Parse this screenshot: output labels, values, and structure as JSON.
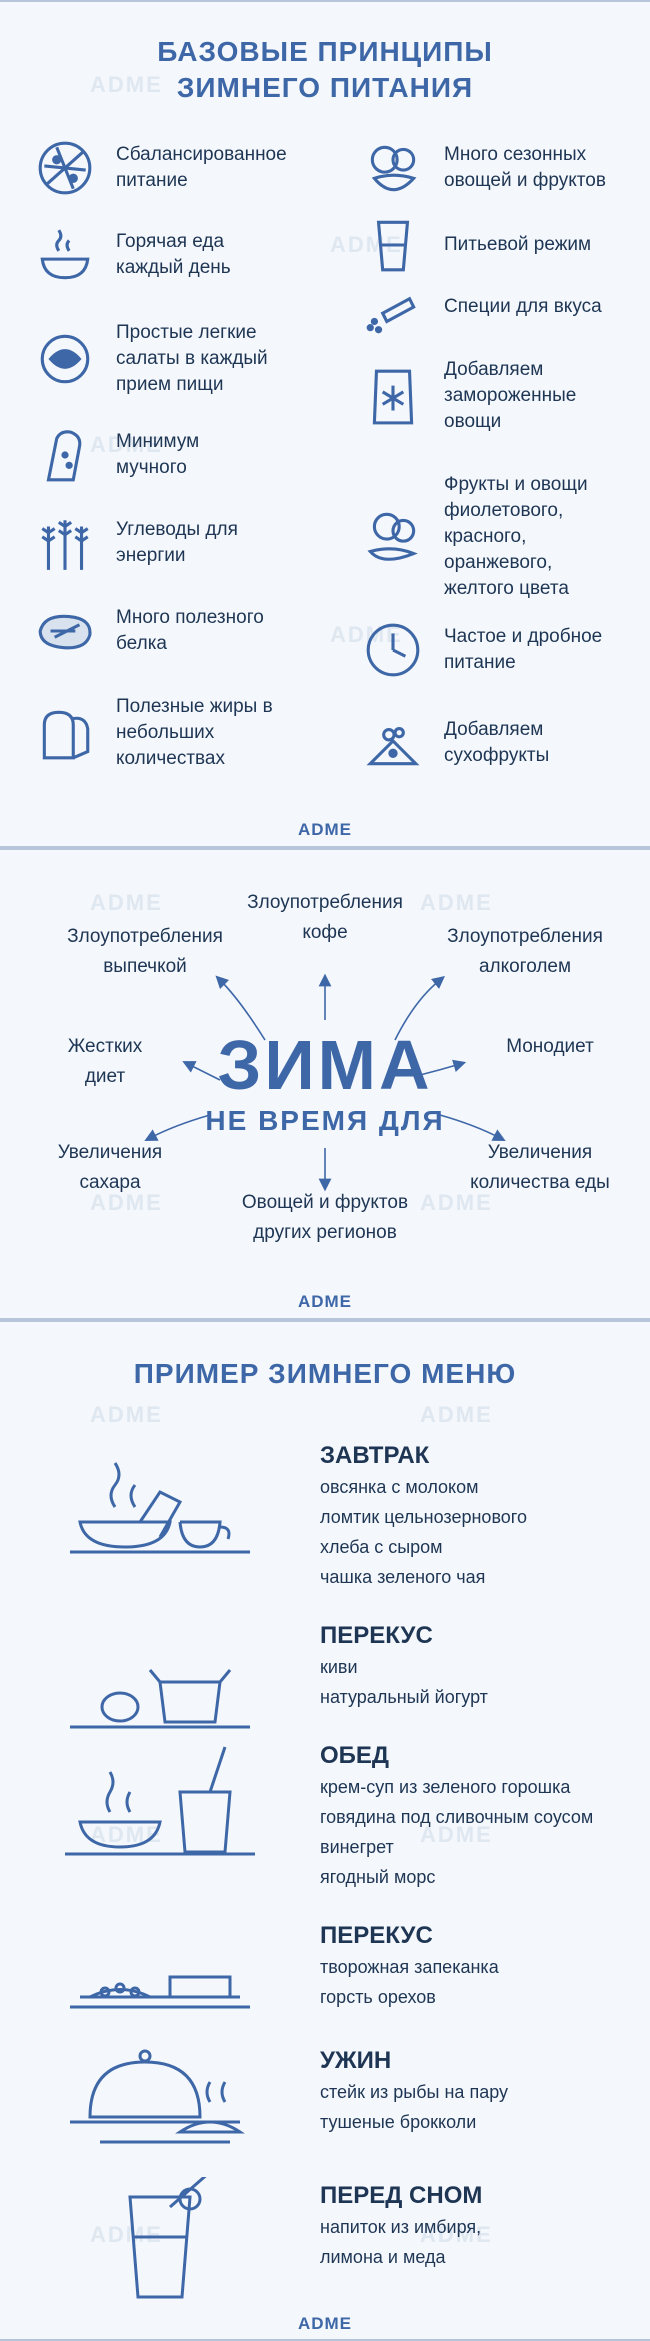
{
  "watermark": "ADME",
  "colors": {
    "accent": "#3e67a8",
    "text": "#1e3654",
    "bg": "#f4f7fb"
  },
  "section1": {
    "title_line1": "БАЗОВЫЕ ПРИНЦИПЫ",
    "title_line2": "ЗИМНЕГО ПИТАНИЯ",
    "left_items": [
      {
        "icon": "pizza-icon",
        "label": "Сбалансированное\nпитание"
      },
      {
        "icon": "hot-bowl-icon",
        "label": "Горячая еда\nкаждый день"
      },
      {
        "icon": "salad-icon",
        "label": "Простые легкие\nсалаты в каждый\nприем пищи"
      },
      {
        "icon": "bread-slice-icon",
        "label": "Минимум\nмучного"
      },
      {
        "icon": "wheat-icon",
        "label": "Углеводы для\nэнергии"
      },
      {
        "icon": "steak-icon",
        "label": "Много полезного\nбелка"
      },
      {
        "icon": "bread-loaf-icon",
        "label": "Полезные жиры в\nнебольших\nколичествах"
      }
    ],
    "right_items": [
      {
        "icon": "vegetables-icon",
        "label": "Много сезонных\nовощей и фруктов"
      },
      {
        "icon": "glass-icon",
        "label": "Питьевой режим"
      },
      {
        "icon": "spice-icon",
        "label": "Специи для вкуса"
      },
      {
        "icon": "frozen-bag-icon",
        "label": "Добавляем\nзамороженные\nовощи"
      },
      {
        "icon": "peppers-icon",
        "label": "Фрукты и овощи\nфиолетового,\nкрасного,\nоранжевого,\nжелтого цвета"
      },
      {
        "icon": "clock-icon",
        "label": "Частое и дробное\nпитание"
      },
      {
        "icon": "dried-fruit-icon",
        "label": "Добавляем\nсухофрукты"
      }
    ],
    "footer": "ADME"
  },
  "section2": {
    "center_title": "ЗИМА",
    "center_subtitle": "НЕ ВРЕМЯ ДЛЯ",
    "labels": {
      "pastry": "Злоупотребления\nвыпечкой",
      "coffee": "Злоупотребления\nкофе",
      "alcohol": "Злоупотребления\nалкоголем",
      "diets": "Жестких\nдиет",
      "monodiet": "Монодиет",
      "sugar": "Увеличения\nсахара",
      "foreign": "Овощей и фруктов\nдругих регионов",
      "amount": "Увеличения\nколичества еды"
    },
    "footer": "ADME"
  },
  "section3": {
    "title": "ПРИМЕР ЗИМНЕГО МЕНЮ",
    "meals": [
      {
        "icon": "breakfast-icon",
        "heading": "ЗАВТРАК",
        "lines": [
          "овсянка с молоком",
          "ломтик цельнозернового",
          "хлеба с сыром",
          "чашка зеленого чая"
        ]
      },
      {
        "icon": "snack-icon",
        "heading": "ПЕРЕКУС",
        "lines": [
          "киви",
          "натуральный йогурт"
        ]
      },
      {
        "icon": "lunch-icon",
        "heading": "ОБЕД",
        "lines": [
          "крем-суп из зеленого горошка",
          "говядина под сливочным соусом",
          "винегрет",
          "ягодный морс"
        ]
      },
      {
        "icon": "snack2-icon",
        "heading": "ПЕРЕКУС",
        "lines": [
          "творожная запеканка",
          "горсть орехов"
        ]
      },
      {
        "icon": "dinner-icon",
        "heading": "УЖИН",
        "lines": [
          "стейк из рыбы на пару",
          "тушеные брокколи"
        ]
      },
      {
        "icon": "drink-icon",
        "heading": "ПЕРЕД СНОМ",
        "lines": [
          "напиток из имбиря,",
          "лимона и меда"
        ]
      }
    ],
    "footer": "ADME"
  }
}
